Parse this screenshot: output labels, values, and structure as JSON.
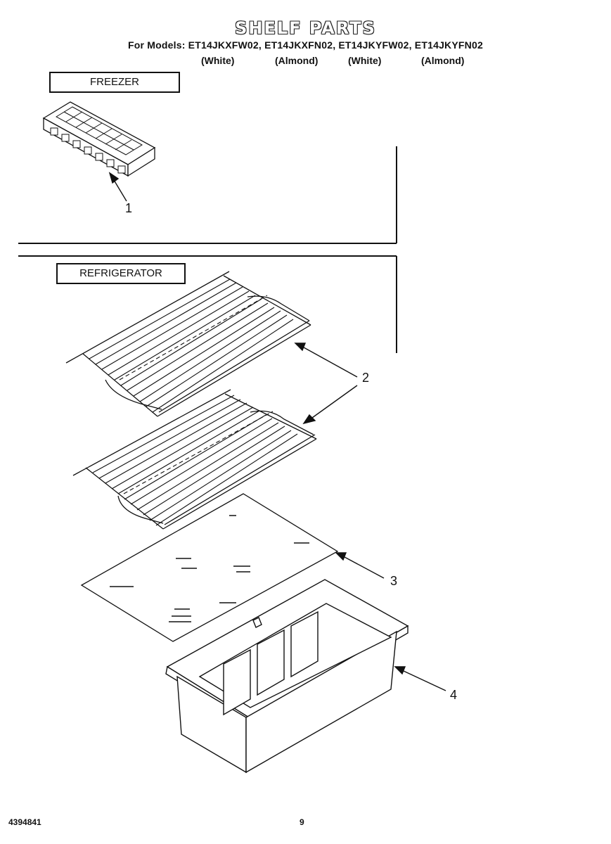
{
  "header": {
    "title": "SHELF PARTS",
    "models_line": "For Models: ET14JKXFW02, ET14JKXFN02, ET14JKYFW02, ET14JKYFN02",
    "colors": [
      "(White)",
      "(Almond)",
      "(White)",
      "(Almond)"
    ]
  },
  "sections": {
    "freezer": "FREEZER",
    "refrigerator": "REFRIGERATOR"
  },
  "callouts": [
    "1",
    "2",
    "3",
    "4"
  ],
  "parts_depicted": [
    {
      "callout": "1",
      "icon": "ice-tray-icon"
    },
    {
      "callout": "2",
      "icon": "wire-shelf-icon"
    },
    {
      "callout": "3",
      "icon": "glass-cover-icon"
    },
    {
      "callout": "4",
      "icon": "crisper-pan-icon"
    }
  ],
  "footer": {
    "doc_number": "4394841",
    "page_number": "9"
  }
}
